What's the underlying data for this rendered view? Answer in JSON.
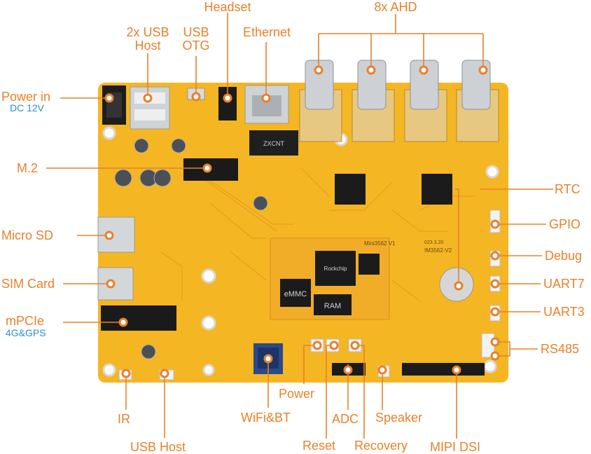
{
  "colors": {
    "label": "#e8812a",
    "sublabel": "#2a8fd6",
    "line": "#e8812a",
    "board": "#f5b623",
    "trace": "#e39a1a"
  },
  "labels": {
    "headset": "Headset",
    "ahd": "8x AHD",
    "usb_host_top_1": "2x USB",
    "usb_host_top_2": "Host",
    "usb_otg_1": "USB",
    "usb_otg_2": "OTG",
    "ethernet": "Ethernet",
    "power_in": "Power in",
    "power_in_sub": "DC 12V",
    "m2": "M.2",
    "micro_sd": "Micro SD",
    "sim_card": "SIM Card",
    "mpcie": "mPCIe",
    "mpcie_sub": "4G&GPS",
    "rtc": "RTC",
    "gpio": "GPIO",
    "debug": "Debug",
    "uart7": "UART7",
    "uart3": "UART3",
    "rs485": "RS485",
    "ir": "IR",
    "usb_host_bottom": "USB Host",
    "wifi_bt": "WiFi&BT",
    "power": "Power",
    "adc": "ADC",
    "speaker": "Speaker",
    "reset": "Reset",
    "recovery": "Recovery",
    "mipi_dsi": "MIPI DSI"
  },
  "board_text": {
    "chip_label_emmc": "eMMC",
    "chip_label_ram": "RAM",
    "chip_label_soc": "Rockchip",
    "module_name": "Mini3562 V1",
    "board_name": "IM3562-V2",
    "date": "023.3.20",
    "eth_module": "ZXCNT"
  }
}
